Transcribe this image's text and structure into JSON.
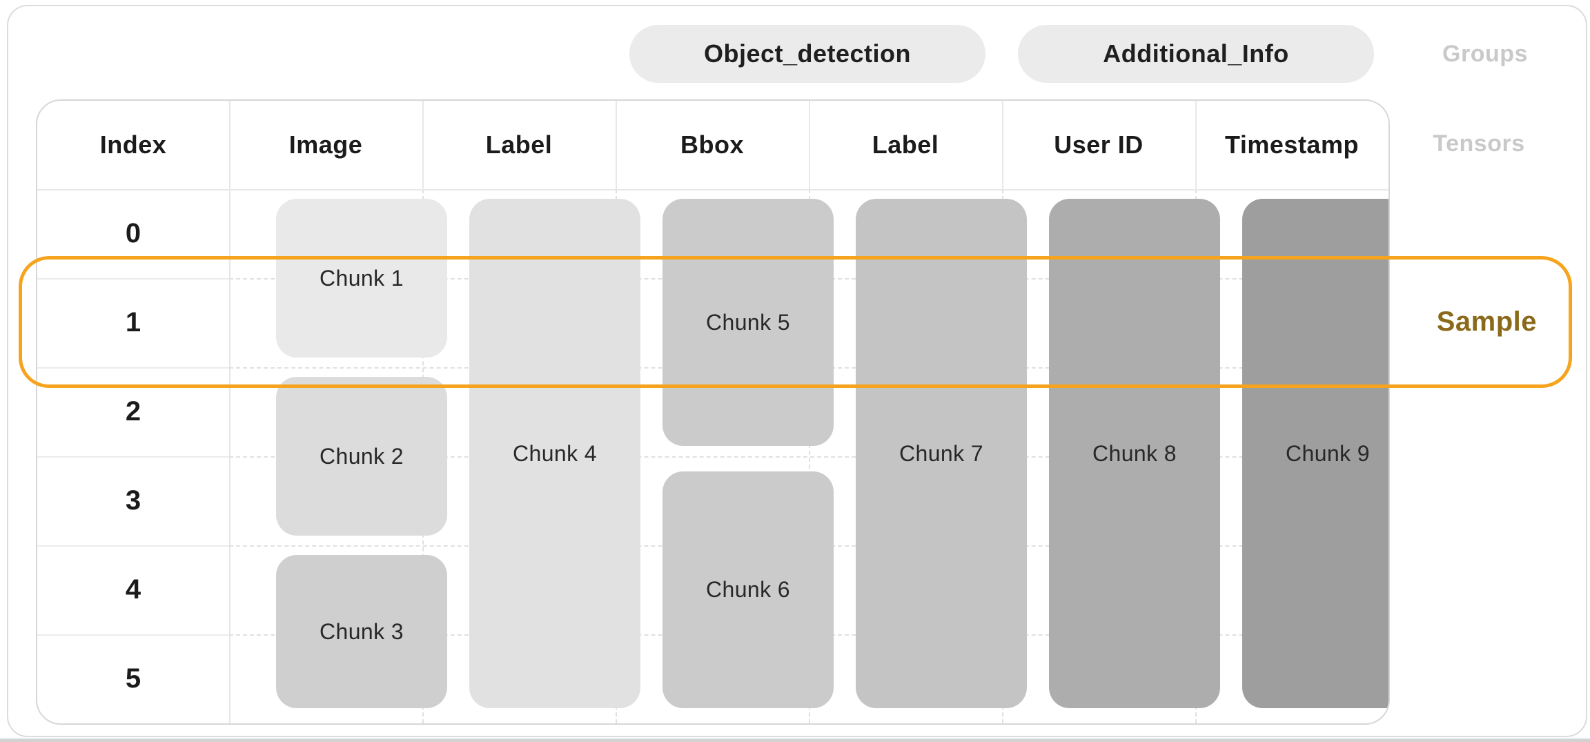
{
  "groups": {
    "side_label": "Groups",
    "pills": [
      {
        "label": "Object_detection"
      },
      {
        "label": "Additional_Info"
      }
    ]
  },
  "tensors": {
    "side_label": "Tensors"
  },
  "table": {
    "columns": [
      {
        "label": "Index"
      },
      {
        "label": "Image"
      },
      {
        "label": "Label"
      },
      {
        "label": "Bbox"
      },
      {
        "label": "Label"
      },
      {
        "label": "User ID"
      },
      {
        "label": "Timestamp"
      }
    ],
    "row_indices": [
      {
        "label": "0"
      },
      {
        "label": "1"
      },
      {
        "label": "2"
      },
      {
        "label": "3"
      },
      {
        "label": "4"
      },
      {
        "label": "5"
      }
    ]
  },
  "chunks": [
    {
      "label": "Chunk 1",
      "column": "Image",
      "rows": "0-1",
      "color": "#e9e9e9"
    },
    {
      "label": "Chunk 2",
      "column": "Image",
      "rows": "2-3",
      "color": "#dcdcdc"
    },
    {
      "label": "Chunk 3",
      "column": "Image",
      "rows": "4-5",
      "color": "#cfcfcf"
    },
    {
      "label": "Chunk 4",
      "column": "Label",
      "rows": "0-5",
      "color": "#e1e1e1"
    },
    {
      "label": "Chunk 5",
      "column": "Bbox",
      "rows": "0-2",
      "color": "#cbcbcb"
    },
    {
      "label": "Chunk 6",
      "column": "Bbox",
      "rows": "3-5",
      "color": "#cbcbcb"
    },
    {
      "label": "Chunk 7",
      "column": "Label",
      "rows": "0-5",
      "color": "#c4c4c4"
    },
    {
      "label": "Chunk 8",
      "column": "User ID",
      "rows": "0-5",
      "color": "#adadad"
    },
    {
      "label": "Chunk 9",
      "column": "Timestamp",
      "rows": "0-5",
      "color": "#9e9e9e"
    }
  ],
  "sample": {
    "label": "Sample",
    "highlighted_row": "1",
    "border_color": "#f6a41e",
    "text_color": "#8a6a1a"
  },
  "colors": {
    "pill_background": "#ebebeb",
    "side_label_gray": "#c9c9c9",
    "card_border": "#dcdcdc",
    "table_border": "#d7d7d7",
    "grid_solid": "#ececec",
    "grid_dashed": "#e0e0e0",
    "header_text": "#1b1b1b",
    "chunk_text": "#282828"
  }
}
